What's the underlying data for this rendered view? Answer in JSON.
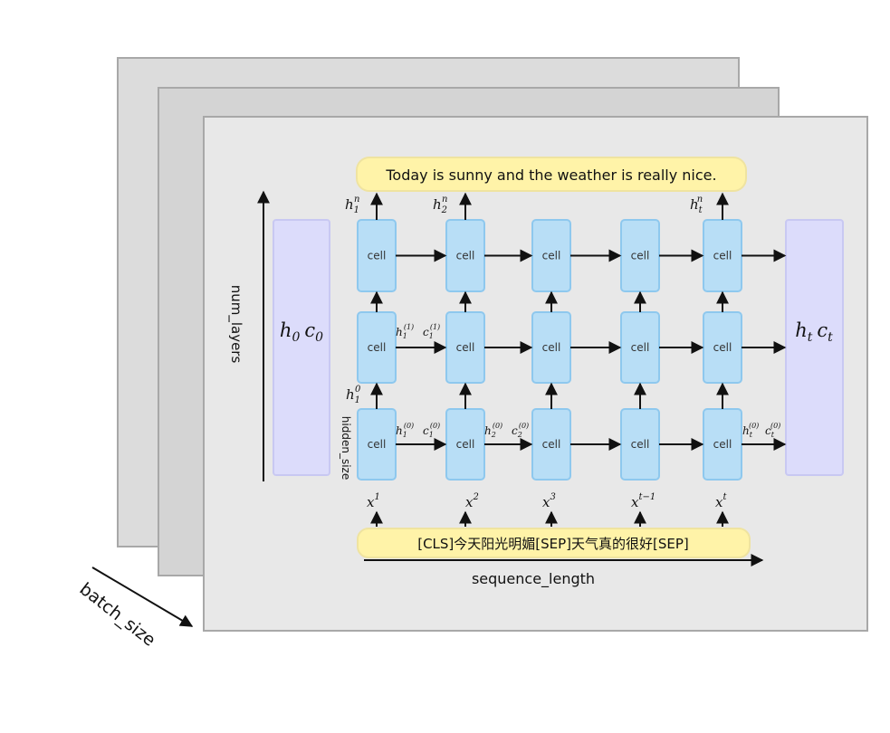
{
  "colors": {
    "panel_back": "#dcdcdc",
    "panel_mid": "#d4d4d4",
    "panel_front": "#e8e8e8",
    "panel_border": "#a8a8a8",
    "cell_fill": "#b8def6",
    "cell_border": "#8ec8ee",
    "state_fill": "#dcdcfb",
    "state_border": "#c8c8f2",
    "banner_fill": "#fff3a8",
    "banner_border": "#efe3a0",
    "arrow": "#111111"
  },
  "output_sentence": "Today is sunny and the weather is really nice.",
  "input_sentence": "[CLS]今天阳光明媚[SEP]天气真的很好[SEP]",
  "cell_label": "cell",
  "init_state": {
    "h": "h",
    "h_sub": "0",
    "c": "c",
    "c_sub": "0"
  },
  "final_state": {
    "h": "h",
    "h_sub": "t",
    "c": "c",
    "c_sub": "t"
  },
  "axis_labels": {
    "num_layers": "num_layers",
    "hidden_size": "hidden_size",
    "sequence_length": "sequence_length",
    "batch_size": "batch_size"
  },
  "top_outputs": [
    {
      "base": "h",
      "sub": "1",
      "sup": "n"
    },
    {
      "base": "h",
      "sub": "2",
      "sup": "n"
    },
    {
      "base": "h",
      "sub": "t",
      "sup": "n"
    }
  ],
  "layer0_label": {
    "base": "h",
    "sub": "1",
    "sup": "0"
  },
  "mid_states": [
    {
      "base": "h",
      "sub": "1",
      "sup": "(1)"
    },
    {
      "base": "c",
      "sub": "1",
      "sup": "(1)"
    }
  ],
  "bottom_states": [
    {
      "base": "h",
      "sub": "1",
      "sup": "(0)"
    },
    {
      "base": "c",
      "sub": "1",
      "sup": "(0)"
    },
    {
      "base": "h",
      "sub": "2",
      "sup": "(0)"
    },
    {
      "base": "c",
      "sub": "2",
      "sup": "(0)"
    },
    {
      "base": "h",
      "sub": "t",
      "sup": "(0)"
    },
    {
      "base": "c",
      "sub": "t",
      "sup": "(0)"
    }
  ],
  "inputs": [
    {
      "base": "x",
      "sup": "1"
    },
    {
      "base": "x",
      "sup": "2"
    },
    {
      "base": "x",
      "sup": "3"
    },
    {
      "base": "x",
      "sup": "t−1"
    },
    {
      "base": "x",
      "sup": "t"
    }
  ]
}
